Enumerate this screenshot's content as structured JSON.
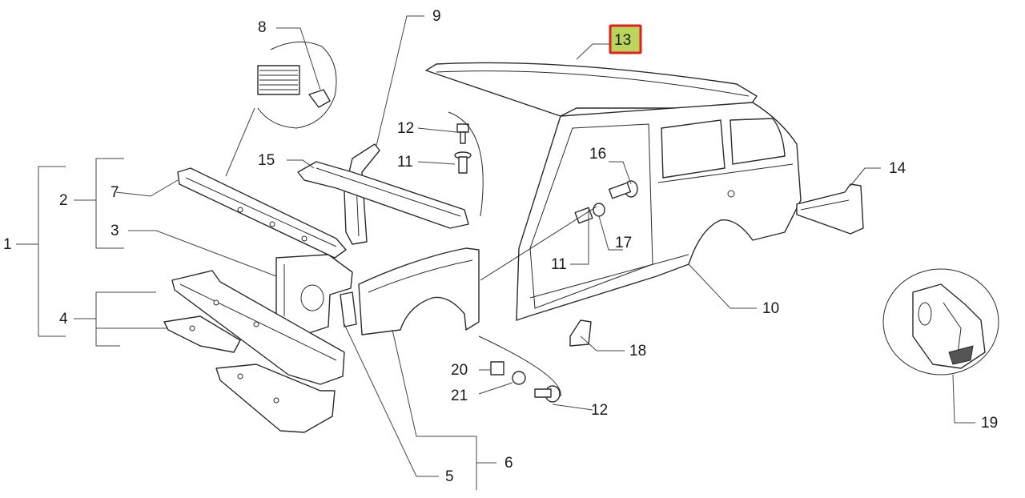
{
  "highlight": {
    "border_color": "#e0201e",
    "fill_color": "#b9d65a"
  },
  "callouts": {
    "p1": "1",
    "p2": "2",
    "p3": "3",
    "p4": "4",
    "p5": "5",
    "p6": "6",
    "p7": "7",
    "p8": "8",
    "p9": "9",
    "p10": "10",
    "p11a": "11",
    "p11b": "11",
    "p12a": "12",
    "p12b": "12",
    "p13": "13",
    "p14": "14",
    "p15": "15",
    "p16": "16",
    "p17": "17",
    "p18": "18",
    "p19": "19",
    "p20": "20",
    "p21": "21"
  }
}
